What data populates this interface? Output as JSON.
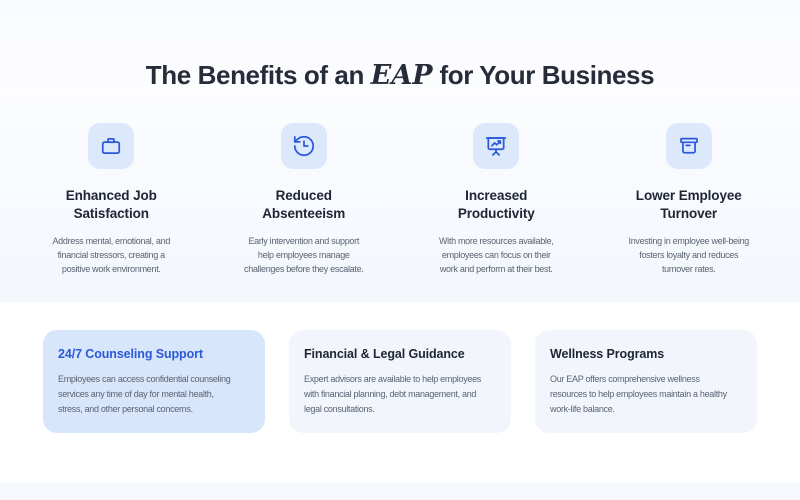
{
  "title": {
    "prefix": "The Benefits of an ",
    "em": "EAP",
    "suffix": " for Your Business"
  },
  "benefits": [
    {
      "icon": "briefcase-icon",
      "heading": "Enhanced Job\nSatisfaction",
      "description": "Address mental, emotional, and\nfinancial stressors, creating a\npositive work environment."
    },
    {
      "icon": "history-clock-icon",
      "heading": "Reduced\nAbsenteeism",
      "description": "Early intervention and support\nhelp employees manage\nchallenges before they escalate."
    },
    {
      "icon": "presentation-chart-icon",
      "heading": "Increased\nProductivity",
      "description": "With more resources available,\nemployees can focus on their\nwork and perform at their best."
    },
    {
      "icon": "archive-box-icon",
      "heading": "Lower Employee\nTurnover",
      "description": "Investing in employee well-being\nfosters loyalty and reduces\nturnover rates."
    }
  ],
  "cards": [
    {
      "heading": "24/7 Counseling Support",
      "description": "Employees can access confidential counseling\nservices any time of day for mental health,\nstress, and other personal concerns.",
      "highlighted": true
    },
    {
      "heading": "Financial & Legal Guidance",
      "description": "Expert advisors are available to help employees\nwith financial planning, debt management, and\nlegal consultations.",
      "highlighted": false
    },
    {
      "heading": "Wellness Programs",
      "description": "Our EAP offers comprehensive wellness\nresources to help employees maintain a healthy\nwork-life balance.",
      "highlighted": false
    }
  ],
  "colors": {
    "accent": "#2b59d8",
    "title": "#272c3a",
    "heading": "#202634",
    "body": "#5a6372",
    "tile": "#dce8fc",
    "cardblue": "#d8e6fb",
    "cardlight": "#f2f6fc",
    "footer": "#f5f8fd"
  }
}
